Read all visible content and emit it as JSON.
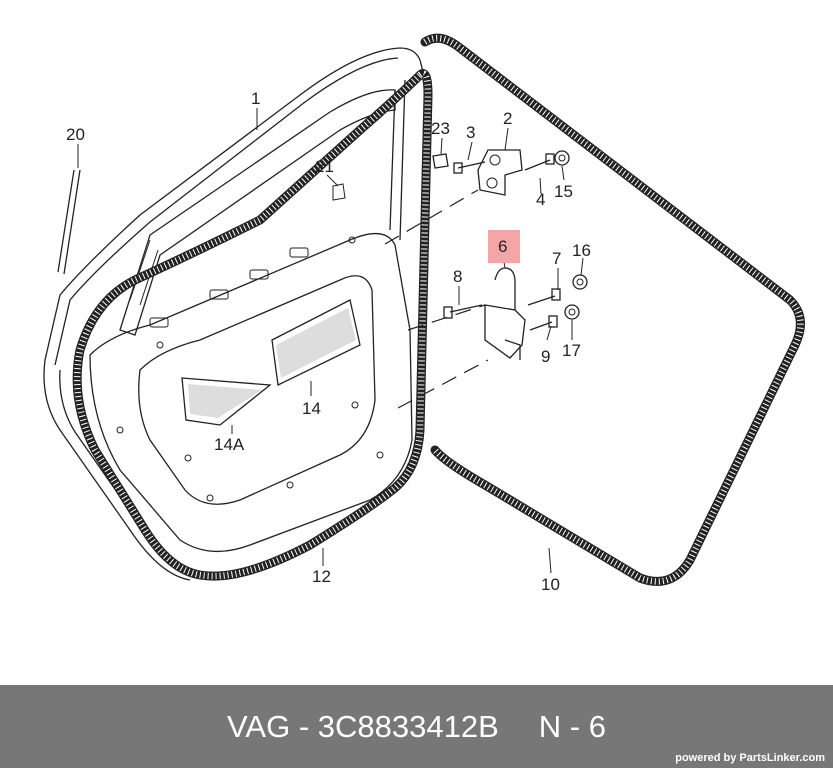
{
  "footer": {
    "part_number": "VAG - 3C8833412B",
    "position": "N - 6",
    "credit": "powered by PartsLinker.com"
  },
  "callouts": {
    "c1": "1",
    "c2": "2",
    "c3": "3",
    "c4": "4",
    "c6": "6",
    "c7": "7",
    "c8": "8",
    "c9": "9",
    "c10": "10",
    "c12": "12",
    "c14": "14",
    "c14a": "14A",
    "c15": "15",
    "c16": "16",
    "c17": "17",
    "c20": "20",
    "c21": "21",
    "c23": "23"
  },
  "highlight_color": "#f4a6a6",
  "footer_color": "#777777"
}
